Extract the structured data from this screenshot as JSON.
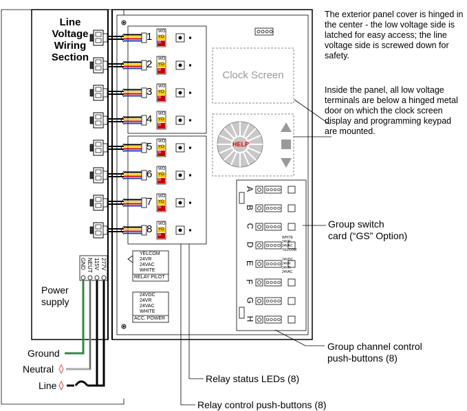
{
  "section_title": [
    "Line",
    "Voltage",
    "Wiring",
    "Section"
  ],
  "clock_screen": "Clock Screen",
  "help_label": "HELP",
  "relays": [
    "1",
    "2",
    "3",
    "4",
    "5",
    "6",
    "7",
    "8"
  ],
  "relay_wire_labels": [
    "WO",
    "YO",
    "B"
  ],
  "groups": [
    "A",
    "B",
    "C",
    "D",
    "E",
    "F",
    "G",
    "H"
  ],
  "relay_pilot": {
    "lines": [
      "YELCOM",
      "24VR",
      "24VAC",
      "WHITE"
    ],
    "title": "RELAY PILOT"
  },
  "acc_power": {
    "lines": [
      "24VDC",
      "24VR",
      "24VAC",
      "WHITE"
    ],
    "title": "ACC. POWER"
  },
  "d_labels": [
    "WHITE",
    "24VR",
    "24VAC",
    "YELCOM"
  ],
  "e_labels": [
    "24VDC",
    "24VR",
    "24VR",
    "24VAC"
  ],
  "supply_terminals": [
    "GND",
    "NEUT",
    "115V",
    "277V"
  ],
  "labels": {
    "power_supply": [
      "Power",
      "supply"
    ],
    "ground": "Ground",
    "neutral": "Neutral",
    "line": "Line",
    "cover_note": "The exterior panel cover is hinged in the center - the low voltage side is latched for easy access; the line voltage side is screwed down for safety.",
    "inside_note": "Inside the panel, all low voltage terminals are below a hinged metal door on which the clock screen display and programming keypad are mounted.",
    "gs_card": [
      "Group switch",
      "card (“GS” Option)"
    ],
    "group_buttons": [
      "Group channel control",
      "push-buttons (8)"
    ],
    "relay_leds": "Relay status LEDs (8)",
    "relay_buttons": "Relay control push-buttons (8)"
  },
  "colors": {
    "ground": "#2e8b3c",
    "neutral_marker": "#e05050",
    "wire_yellow": "#f2c800",
    "wire_red": "#cc0000",
    "wire_blue": "#2040c0"
  }
}
